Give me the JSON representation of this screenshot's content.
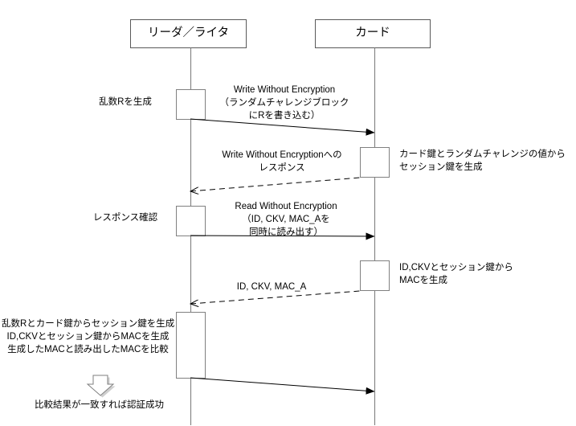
{
  "diagram": {
    "type": "sequence-diagram",
    "title_present": false,
    "background_color": "#ffffff",
    "line_color": "#808080",
    "arrow_color": "#000000",
    "text_color": "#000000",
    "lifelines": [
      {
        "id": "reader",
        "label": "リーダ／ライタ"
      },
      {
        "id": "card",
        "label": "カード"
      }
    ],
    "left_notes": [
      {
        "id": "note-gen-random",
        "text": "乱数Rを生成"
      },
      {
        "id": "note-check-response",
        "text": "レスポンス確認"
      },
      {
        "id": "note-verify-mac",
        "lines": [
          "乱数Rとカード鍵からセッション鍵を生成",
          "ID,CKVとセッション鍵からMACを生成",
          "生成したMACと読み出したMACを比較"
        ]
      },
      {
        "id": "note-auth-success",
        "text": "比較結果が一致すれば認証成功"
      }
    ],
    "right_notes": [
      {
        "id": "note-session-key",
        "lines": [
          "カード鍵とランダムチャレンジの値から",
          "セッション鍵を生成"
        ]
      },
      {
        "id": "note-make-mac",
        "lines": [
          "ID,CKVとセッション鍵から",
          "MACを生成"
        ]
      }
    ],
    "messages": [
      {
        "id": "msg-write-without-encryption",
        "from": "reader",
        "to": "card",
        "style": "solid",
        "lines": [
          "Write Without Encryption",
          "（ランダムチャレンジブロック",
          "にRを書き込む）"
        ]
      },
      {
        "id": "msg-write-response",
        "from": "card",
        "to": "reader",
        "style": "dashed",
        "lines": [
          "Write Without Encryptionへの",
          "レスポンス"
        ]
      },
      {
        "id": "msg-read-without-encryption",
        "from": "reader",
        "to": "card",
        "style": "solid",
        "lines": [
          "Read Without Encryption",
          "（ID, CKV, MAC_Aを",
          "同時に読み出す）"
        ]
      },
      {
        "id": "msg-read-response",
        "from": "card",
        "to": "reader",
        "style": "dashed",
        "lines": [
          "ID, CKV, MAC_A"
        ]
      },
      {
        "id": "msg-final",
        "from": "reader",
        "to": "card",
        "style": "solid",
        "lines": []
      }
    ],
    "block_arrow": {
      "id": "down-block-arrow",
      "direction": "down"
    }
  }
}
